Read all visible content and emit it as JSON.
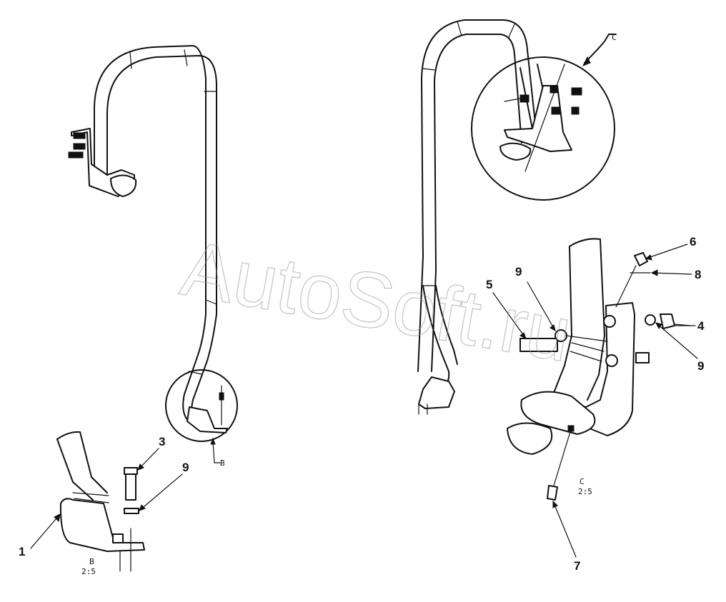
{
  "watermark": "AutoSoft.ru",
  "callouts": [
    "1",
    "3",
    "9",
    "5",
    "9",
    "6",
    "8",
    "4",
    "9",
    "7"
  ],
  "views": {
    "b": {
      "marker": "B",
      "caption_letter": "B",
      "caption_scale": "2:5"
    },
    "c": {
      "marker": "C",
      "caption_letter": "C",
      "caption_scale": "2:5"
    }
  }
}
